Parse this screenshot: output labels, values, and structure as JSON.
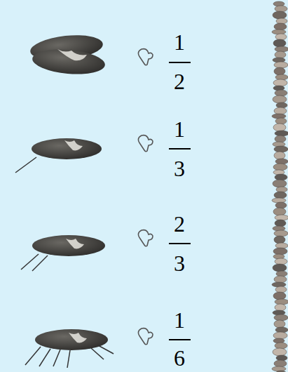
{
  "diagram": {
    "labels": [
      "1",
      "2",
      "1",
      "3",
      "2",
      "3",
      "1",
      "6"
    ]
  }
}
